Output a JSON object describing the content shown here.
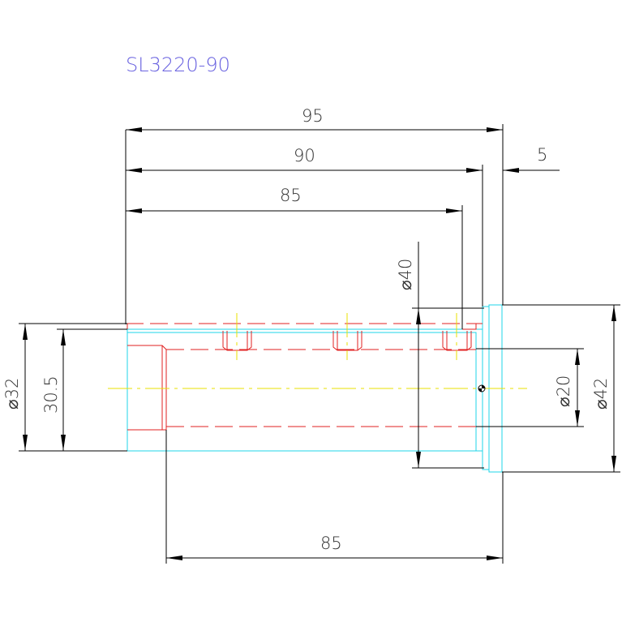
{
  "part_number": "SL3220-90",
  "dimensions": {
    "overall_length": "95",
    "length_90": "90",
    "length_85_top": "85",
    "flange_width": "5",
    "dia_40": "⌀40",
    "dia_32": "⌀32",
    "dim_30_5": "30.5",
    "dia_20": "⌀20",
    "dia_42": "⌀42",
    "length_85_bottom": "85"
  },
  "colors": {
    "outline": "#1fd6e8",
    "hidden": "#e02020",
    "centerline": "#e8e000",
    "dimension": "#000000",
    "title": "#6a63e0"
  }
}
